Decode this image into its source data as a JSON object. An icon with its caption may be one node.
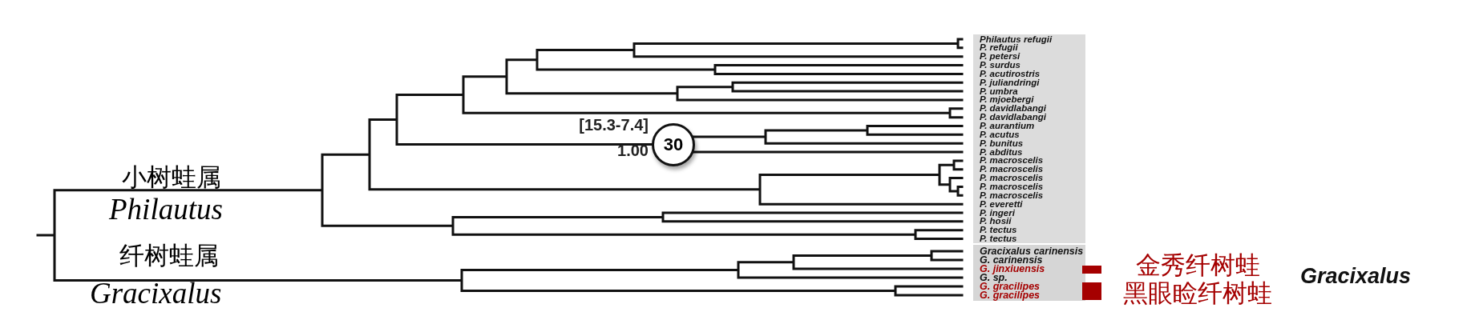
{
  "diagram": {
    "nodes": [
      {
        "text": [
          "30"
        ],
        "beside": [
          "[15.3-7.4]",
          "1.00"
        ]
      }
    ],
    "labels": [
      "Philautus refugii",
      "P. refugii",
      "P. petersi",
      "P. surdus",
      "P. acutirostris",
      "P. juliandringi",
      "P. umbra",
      "P. mjoebergi",
      "P. davidlabangi",
      "P. davidlabangi",
      "P. aurantium",
      "P. acutus",
      "P. bunitus",
      "P. abditus",
      "P. macroscelis",
      "P. macroscelis",
      "P. macroscelis",
      "P. macroscelis",
      "P. macroscelis",
      "P. everetti",
      "P. ingeri",
      "P. hosii",
      "P. tectus",
      "P. tectus",
      "Gracixalus carinensis",
      "G. carinensis",
      "G. jinxiuensis",
      "G. sp.",
      "G. gracilipes",
      "G. gracilipes",
      "小树蛙属",
      "Philautus",
      "纤树蛙属",
      "Gracixalus",
      "Gracixalus"
    ],
    "legend": [
      {
        "text": "金秀纤树蛙",
        "color": "#a50000"
      },
      {
        "text": "黑眼睑纤树蛙",
        "color": "#a50000"
      }
    ]
  }
}
